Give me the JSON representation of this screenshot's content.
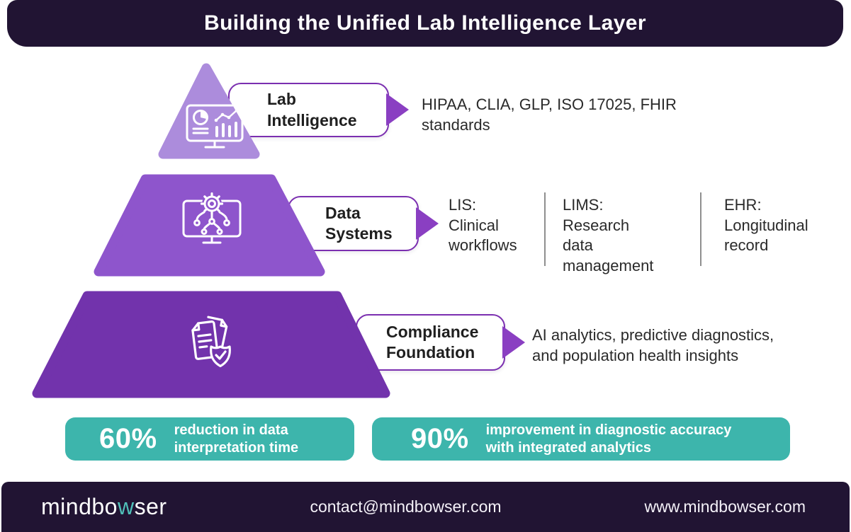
{
  "header": {
    "title": "Building the Unified Lab Intelligence Layer"
  },
  "pyramid": {
    "levels": [
      {
        "label": "Lab\nIntelligence",
        "description": "HIPAA, CLIA, GLP, ISO 17025, FHIR\nstandards",
        "icon": "monitor-analytics-icon",
        "color": "#AC8CDC"
      },
      {
        "label": "Data\nSystems",
        "icon": "monitor-gear-network-icon",
        "color": "#8E55CC",
        "columns": [
          "LIS:\nClinical\nworkflows",
          "LIMS: Research\ndata\nmanagement",
          "EHR:\nLongitudinal\nrecord"
        ]
      },
      {
        "label": "Compliance\nFoundation",
        "description": "AI analytics, predictive diagnostics,\nand population health insights",
        "icon": "documents-shield-check-icon",
        "color": "#7233AC"
      }
    ]
  },
  "stats": [
    {
      "value": "60%",
      "label": "reduction in data\ninterpretation time"
    },
    {
      "value": "90%",
      "label": "improvement in diagnostic accuracy\nwith integrated analytics"
    }
  ],
  "footer": {
    "logo_part1": "mindbo",
    "logo_accent": "w",
    "logo_part2": "ser",
    "email": "contact@mindbowser.com",
    "website": "www.mindbowser.com"
  },
  "colors": {
    "header_footer_bg": "#211433",
    "level1_purple": "#AC8CDC",
    "level2_purple": "#8E55CC",
    "level3_purple": "#7233AC",
    "pill_border_purple": "#7B2FB0",
    "arrow_purple": "#8A3FC2",
    "stat_teal": "#3DB5AC",
    "logo_accent_teal": "#4FBFB8",
    "text_dark": "#2A2A2A"
  }
}
